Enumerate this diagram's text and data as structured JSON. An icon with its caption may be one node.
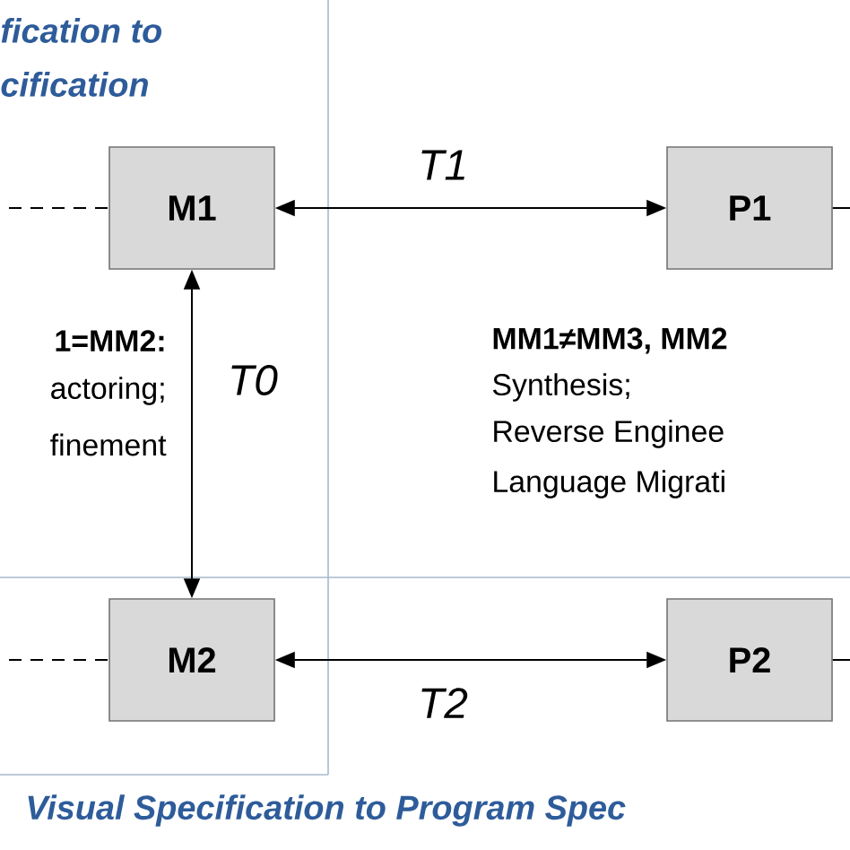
{
  "diagram": {
    "nodes": [
      {
        "text": [
          "M1"
        ]
      },
      {
        "text": [
          "P1"
        ]
      },
      {
        "text": [
          "M2"
        ]
      },
      {
        "text": [
          "P2"
        ]
      }
    ],
    "edges": [
      {
        "from": 0,
        "to": 1,
        "arrow": "both",
        "label": "T1"
      },
      {
        "from": 0,
        "to": 2,
        "arrow": "both",
        "label": "T0"
      },
      {
        "from": 2,
        "to": 3,
        "arrow": "both",
        "label": "T2"
      },
      {
        "from": null,
        "to": 0,
        "arrow": "none",
        "style": "dashed"
      },
      {
        "from": 1,
        "to": null,
        "arrow": "none"
      },
      {
        "from": null,
        "to": 2,
        "arrow": "none",
        "style": "dashed"
      },
      {
        "from": 3,
        "to": null,
        "arrow": "none"
      }
    ],
    "labels": [
      "fication to",
      "cification",
      "1=MM2:",
      "actoring;",
      "finement",
      "MM1≠MM3, MM2",
      "Synthesis;",
      "Reverse Enginee",
      "Language Migrati",
      "Visual Specification to Program Spec"
    ]
  }
}
